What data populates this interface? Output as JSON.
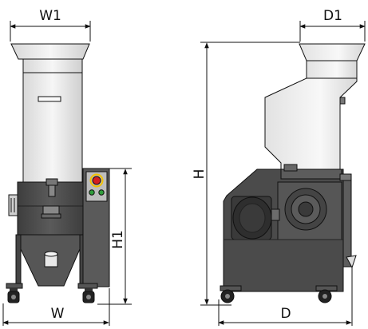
{
  "dimensions": {
    "front_width_top": "W1",
    "front_width_base": "W",
    "front_height_panel": "H1",
    "side_overall_height": "H",
    "side_depth_top": "D1",
    "side_depth_base": "D"
  },
  "colors": {
    "body_dark": "#4a4a4a",
    "body_mid": "#6a6a6a",
    "hopper_light": "#eeeeee",
    "hopper_shade": "#cfcfcf",
    "line": "#111111",
    "panel_grey": "#bdbdbd",
    "estop_red": "#d42020",
    "estop_yellow": "#f2c200",
    "button_green": "#2f9d3b"
  }
}
